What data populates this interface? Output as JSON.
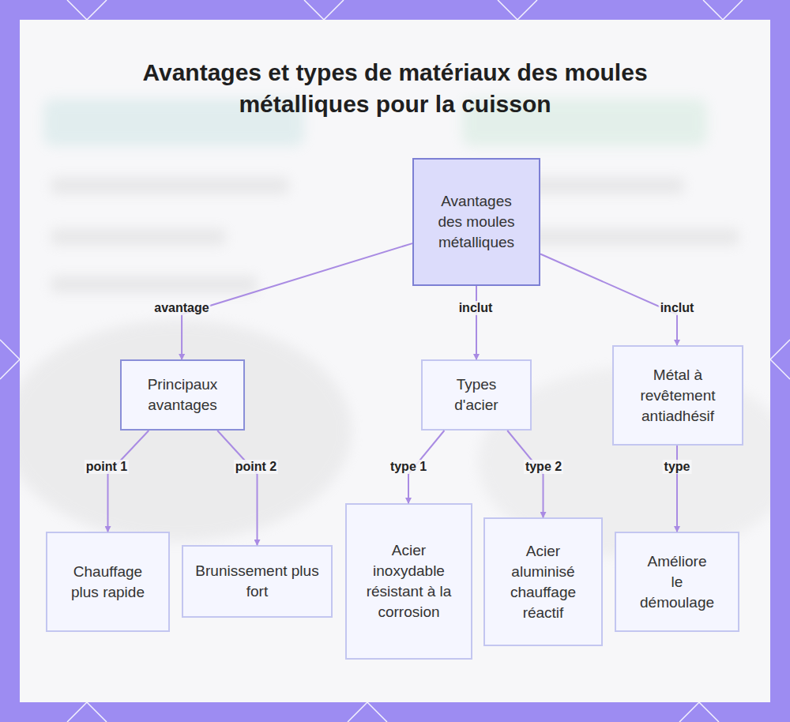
{
  "diagram": {
    "title": "Avantages et types de matériaux des moules métalliques pour la cuisson",
    "nodes": [
      {
        "text": [
          "Avantages des moules métalliques"
        ]
      },
      {
        "text": [
          "Principaux avantages"
        ]
      },
      {
        "text": [
          "Types d'acier"
        ]
      },
      {
        "text": [
          "Métal à revêtement antiadhésif"
        ]
      },
      {
        "text": [
          "Chauffage plus rapide"
        ]
      },
      {
        "text": [
          "Brunissement plus fort"
        ]
      },
      {
        "text": [
          "Acier inoxydable résistant à la corrosion"
        ]
      },
      {
        "text": [
          "Acier aluminisé chauffage réactif"
        ]
      },
      {
        "text": [
          "Améliore le démoulage"
        ]
      }
    ],
    "edges": [
      {
        "from": 0,
        "to": 1,
        "label": "avantage",
        "arrow": "to"
      },
      {
        "from": 0,
        "to": 2,
        "label": "inclut",
        "arrow": "to"
      },
      {
        "from": 0,
        "to": 3,
        "label": "inclut",
        "arrow": "to"
      },
      {
        "from": 1,
        "to": 4,
        "label": "point 1",
        "arrow": "to"
      },
      {
        "from": 1,
        "to": 5,
        "label": "point 2",
        "arrow": "to"
      },
      {
        "from": 2,
        "to": 6,
        "label": "type 1",
        "arrow": "to"
      },
      {
        "from": 2,
        "to": 7,
        "label": "type 2",
        "arrow": "to"
      },
      {
        "from": 3,
        "to": 8,
        "label": "type",
        "arrow": "to"
      }
    ]
  }
}
